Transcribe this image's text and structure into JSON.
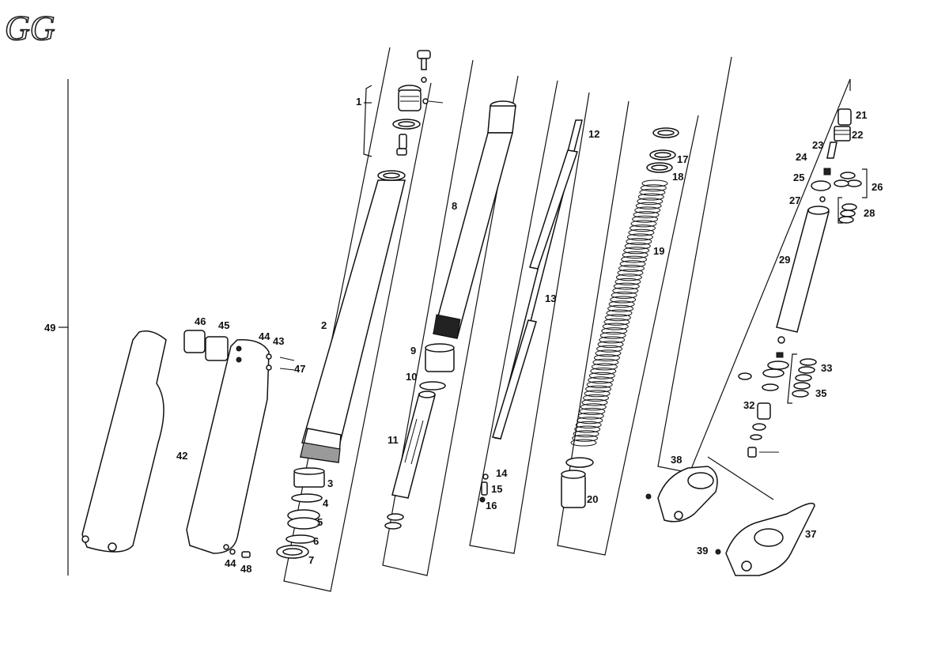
{
  "logo": {
    "text": "GG"
  },
  "labels": [
    "1",
    "2",
    "3",
    "4",
    "5",
    "6",
    "7",
    "8",
    "9",
    "10",
    "11",
    "12",
    "13",
    "14",
    "15",
    "16",
    "17",
    "18",
    "19",
    "20",
    "21",
    "22",
    "23",
    "24",
    "25",
    "26",
    "27",
    "28",
    "29",
    "32",
    "33",
    "35",
    "37",
    "38",
    "39",
    "42",
    "43",
    "44",
    "45",
    "46",
    "47",
    "44",
    "48",
    "49"
  ],
  "colors": {
    "ink": "#111111",
    "paper": "#ffffff",
    "shade": "#9a9a9a"
  }
}
